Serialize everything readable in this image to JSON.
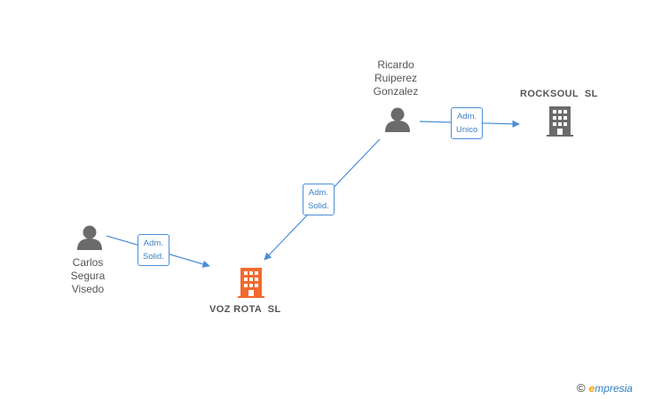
{
  "people": [
    {
      "name": "Carlos\nSegura\nVisedo"
    },
    {
      "name": "Ricardo\nRuiperez\nGonzalez"
    }
  ],
  "companies": [
    {
      "name": "VOZ ROTA  SL",
      "color": "#f26a2e",
      "highlight": true
    },
    {
      "name": "ROCKSOUL  SL",
      "color": "#6b6b6b",
      "highlight": false
    }
  ],
  "relations": [
    {
      "label": "Adm.\nSolid."
    },
    {
      "label": "Adm.\nSolid."
    },
    {
      "label": "Adm.\nUnico"
    }
  ],
  "watermark": {
    "copyright": "©",
    "brand_e": "e",
    "brand_rest": "mpresia"
  },
  "colors": {
    "edge": "#4a8fd6",
    "person": "#6b6b6b"
  }
}
